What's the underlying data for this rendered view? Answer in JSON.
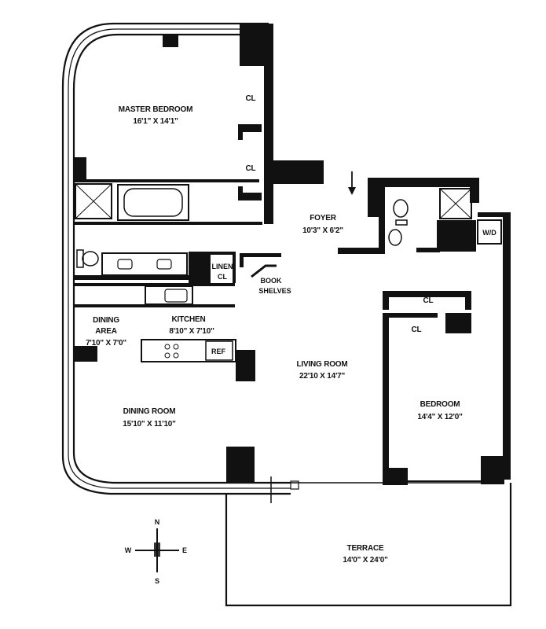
{
  "rooms": {
    "master_bedroom": {
      "name": "MASTER BEDROOM",
      "dims": "16'1\" X 14'1\""
    },
    "foyer": {
      "name": "FOYER",
      "dims": "10'3\" X 6'2\""
    },
    "dining_area": {
      "name_line1": "DINING",
      "name_line2": "AREA",
      "dims": "7'10\" X 7'0\""
    },
    "kitchen": {
      "name": "KITCHEN",
      "dims": "8'10\" X 7'10\""
    },
    "living_room": {
      "name": "LIVING ROOM",
      "dims": "22'10 X 14'7\""
    },
    "dining_room": {
      "name": "DINING ROOM",
      "dims": "15'10\" X 11'10\""
    },
    "bedroom": {
      "name": "BEDROOM",
      "dims": "14'4\" X 12'0\""
    },
    "terrace": {
      "name": "TERRACE",
      "dims": "14'0\" X 24'0\""
    }
  },
  "labels": {
    "closet": "CL",
    "linen_line1": "LINEN",
    "linen_line2": "CL",
    "book_line1": "BOOK",
    "book_line2": "SHELVES",
    "ref": "REF",
    "wd": "W/D"
  },
  "compass": {
    "north": "N",
    "south": "S",
    "east": "E",
    "west": "W"
  },
  "colors": {
    "wall": "#111111",
    "background": "#ffffff"
  }
}
